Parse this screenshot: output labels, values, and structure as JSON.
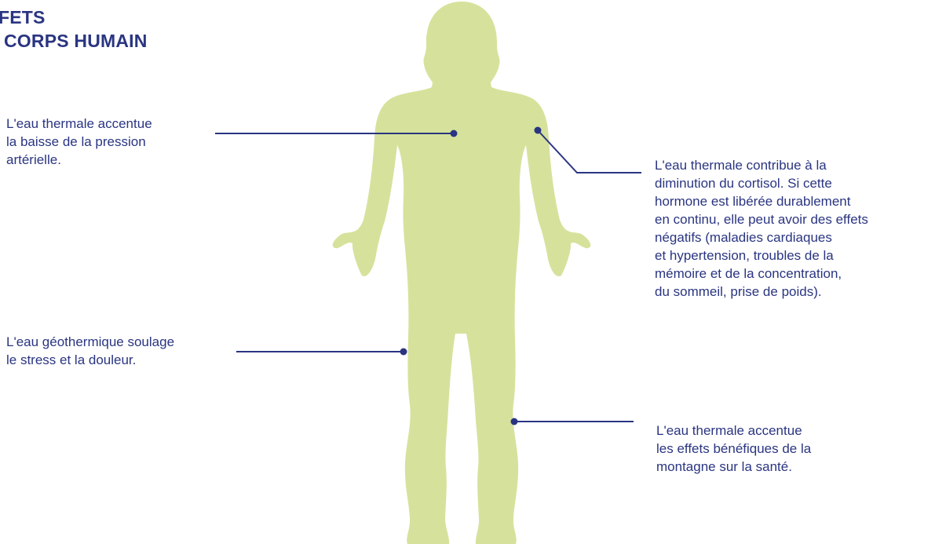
{
  "diagram": {
    "title": {
      "line_1": "FETS",
      "line_2": "CORPS HUMAIN"
    },
    "colors": {
      "body": "#d6e29c",
      "accent": "#2a3581",
      "background": "#ffffff"
    },
    "callouts": {
      "pressure": {
        "lines": [
          "L'eau thermale accentue",
          "la baisse de la pression",
          "artérielle."
        ]
      },
      "cortisol": {
        "lines": [
          "L'eau thermale contribue à la",
          "diminution du cortisol. Si cette",
          "hormone est libérée durablement",
          "en continu, elle peut avoir des effets",
          "négatifs (maladies cardiaques",
          "et hypertension, troubles de la",
          "mémoire et de la concentration,",
          "du sommeil, prise de poids)."
        ]
      },
      "stress": {
        "lines": [
          "L'eau géothermique soulage",
          "le stress et la douleur."
        ]
      },
      "mountain": {
        "lines": [
          "L'eau thermale accentue",
          "les effets bénéfiques de la",
          "montagne sur la santé."
        ]
      }
    }
  }
}
